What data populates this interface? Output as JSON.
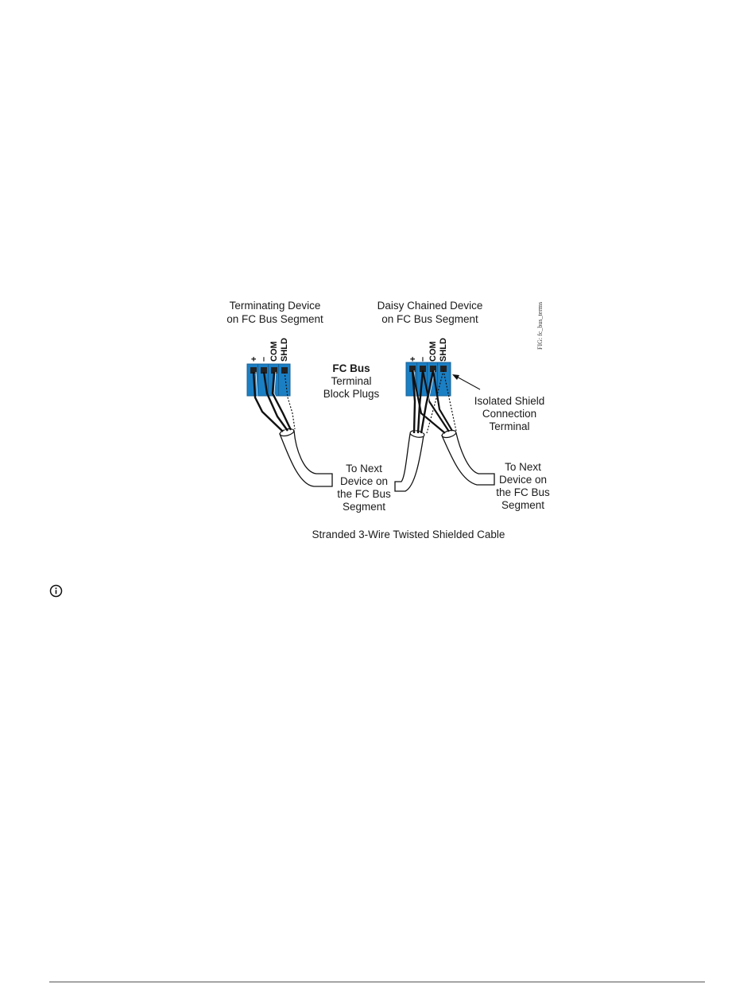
{
  "diagram": {
    "terminating_label": [
      "Terminating Device",
      "on FC Bus Segment"
    ],
    "daisy_label": [
      "Daisy Chained Device",
      "on FC Bus Segment"
    ],
    "fig_id": "FIG: fc_bus_terms",
    "terminals": {
      "plus": "+",
      "minus": "–",
      "com": "COM",
      "shld": "SHLD"
    },
    "fc_bus_label": {
      "title": "FC Bus",
      "line2": "Terminal",
      "line3": "Block Plugs"
    },
    "isolated_shield_label": [
      "Isolated Shield",
      "Connection",
      "Terminal"
    ],
    "next_device_left": [
      "To Next",
      "Device on",
      "the FC Bus",
      "Segment"
    ],
    "next_device_right": [
      "To Next",
      "Device on",
      "the FC Bus",
      "Segment"
    ],
    "caption": "Stranded 3-Wire Twisted Shielded Cable",
    "colors": {
      "block": "#1b7fc4",
      "block_dark": "#155f95",
      "wire": "#111111",
      "cable_fill": "#ffffff"
    }
  },
  "notice": {
    "icon": "info-icon"
  }
}
